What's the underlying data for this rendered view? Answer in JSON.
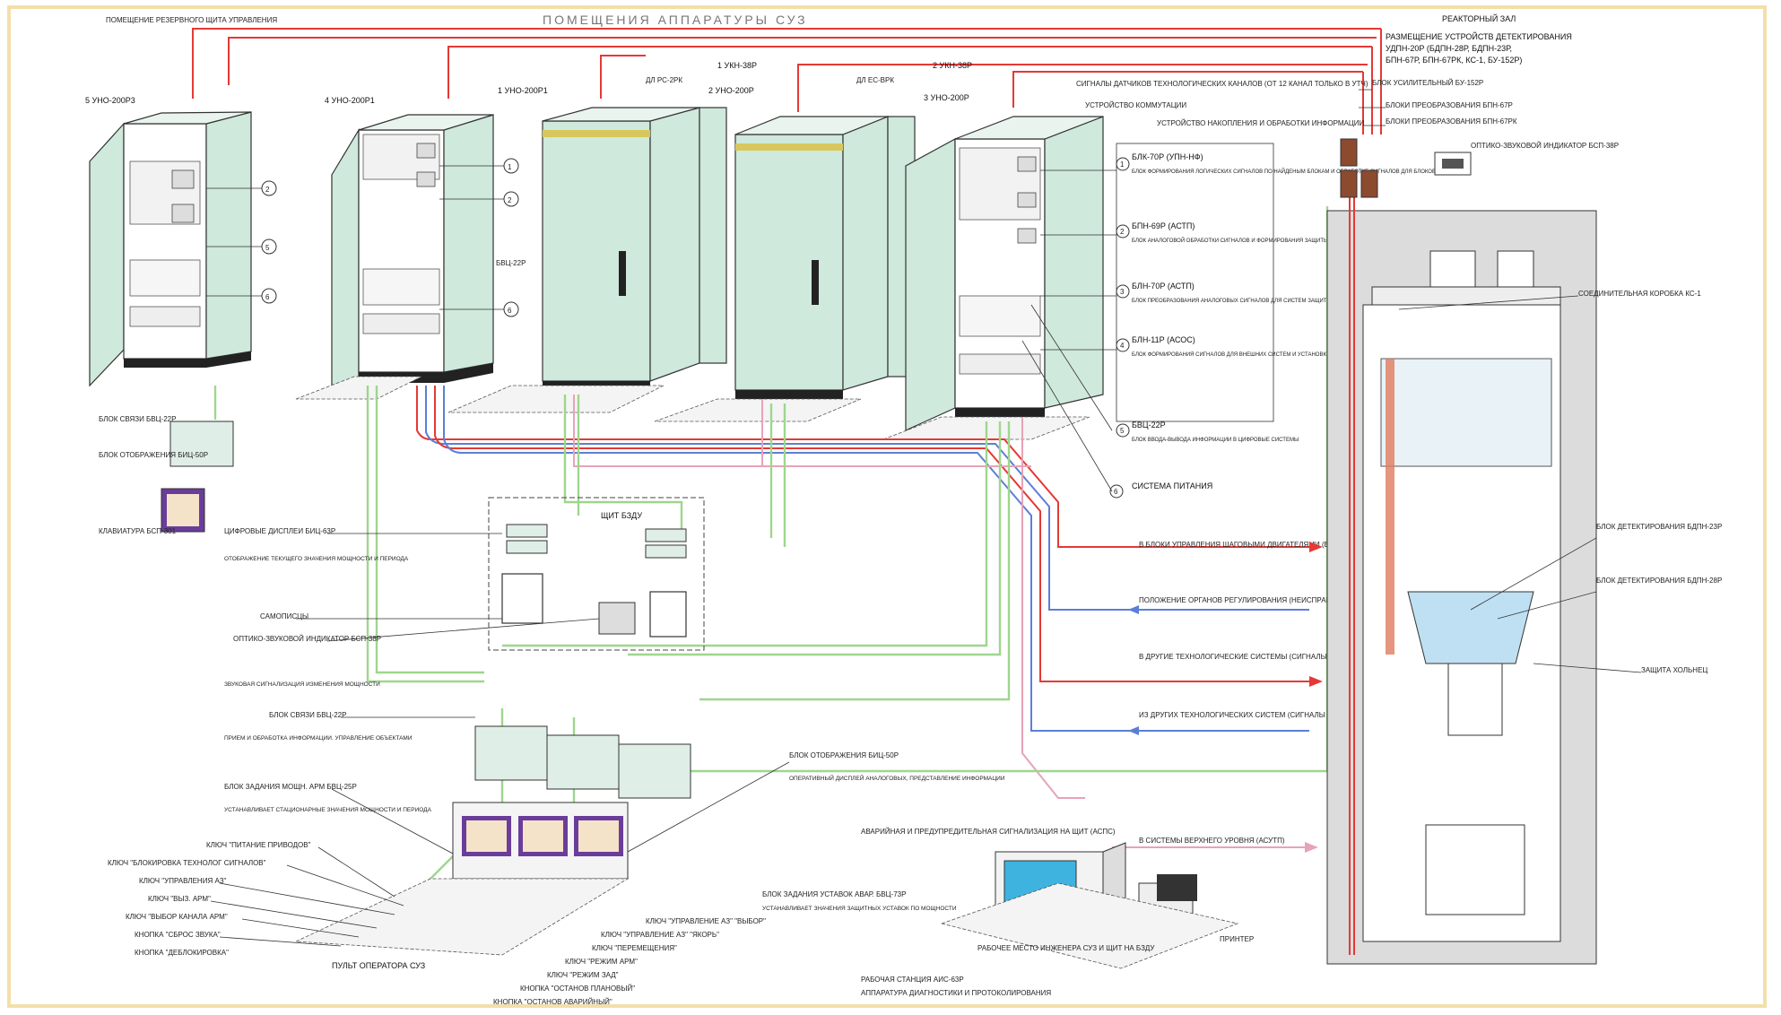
{
  "colors": {
    "border": "#f3dfa9",
    "cabinet": "#cfe9dc",
    "red_wire": "#e53935",
    "green_wire": "#9ed68e",
    "blue_wire": "#5b7fd6",
    "pink_wire": "#e7a3b6"
  },
  "header": {
    "title": "ПОМЕЩЕНИЯ АППАРАТУРЫ СУЗ",
    "left_room": "ПОМЕЩЕНИЕ РЕЗЕРВНОГО ЩИТА УПРАВЛЕНИЯ"
  },
  "reactor": {
    "title": "РЕАКТОРНЫЙ ЗАЛ",
    "line1": "РАЗМЕЩЕНИЕ УСТРОЙСТВ ДЕТЕКТИРОВАНИЯ",
    "line2": "УДПН-20Р (БДПН-28Р, БДПН-23Р,",
    "line3": "БПН-67Р, БПН-67РК, КС-1, БУ-152Р)",
    "bu": "БЛОК УСИЛИТЕЛЬНЫЙ БУ-152Р",
    "bpn1": "БЛОКИ ПРЕОБРАЗОВАНИЯ БПН-67Р",
    "bpn2": "БЛОКИ ПРЕОБРАЗОВАНИЯ БПН-67РК",
    "indicator": "ОПТИКО-ЗВУКОВОЙ ИНДИКАТОР БСП-38Р",
    "ks": "СОЕДИНИТЕЛЬНАЯ КОРОБКА КС-1",
    "bd1": "БЛОК ДЕТЕКТИРОВАНИЯ БДПН-23Р",
    "bd2": "БЛОК ДЕТЕКТИРОВАНИЯ БДПН-28Р",
    "shield": "ЗАЩИТА ХОЛЬНЕЦ"
  },
  "cabinets": {
    "c5": "5 УНО-200Р3",
    "c4": "4 УНО-200Р1",
    "c1": "1 УНО-200Р1",
    "c2": "2 УНО-200Р",
    "c3": "3 УНО-200Р",
    "ukn": "1 УКН-38Р",
    "ukn2": "2 УКН-38Р",
    "sd1": "ДЛ РС-2РК",
    "sd2": "ДЛ ЕС-ВРК",
    "bvc": "БВЦ-22Р"
  },
  "signals": {
    "s1": "СИГНАЛЫ ДАТЧИКОВ ТЕХНОЛОГИЧЕСКИХ КАНАЛОВ (ОТ 12 КАНАЛ ТОЛЬКО В УТЧ)",
    "s2": "УСТРОЙСТВО КОММУТАЦИИ",
    "s3": "УСТРОЙСТВО НАКОПЛЕНИЯ И ОБРАБОТКИ ИНФОРМАЦИИ"
  },
  "legend_right": {
    "i1": "БЛК-70Р (УПН-НФ)",
    "i1d": "БЛОК ФОРМИРОВАНИЯ ЛОГИЧЕСКИХ СИГНАЛОВ ПО НАЙДЕНЫМ БЛОКАМ И ОБРАБОТКЕ СИГНАЛОВ ДЛЯ БЛОКОВ",
    "i2": "БПН-69Р (АСТП)",
    "i2d": "БЛОК АНАЛОГОВОЙ ОБРАБОТКИ СИГНАЛОВ И ФОРМИРОВАНИЯ ЗАЩИТЫ ПО ТЕХНОЛОГИЧЕСКИМ ПАРАМЕТРАМ",
    "i3": "БЛН-70Р (АСТП)",
    "i3d": "БЛОК ПРЕОБРАЗОВАНИЯ АНАЛОГОВЫХ СИГНАЛОВ ДЛЯ СИСТЕМ ЗАЩИТЫ",
    "i4": "БЛН-11Р (АСОС)",
    "i4d": "БЛОК ФОРМИРОВАНИЯ СИГНАЛОВ ДЛЯ ВНЕШНИХ СИСТЕМ И УСТАНОВКИ ПОРОГОВ",
    "i5": "БВЦ-22Р",
    "i5d": "БЛОК ВВОДА-ВЫВОДА ИНФОРМАЦИИ В ЦИФРОВЫЕ СИСТЕМЫ",
    "i6": "СИСТЕМА ПИТАНИЯ"
  },
  "flows": {
    "f1": "В БЛОКИ УПРАВЛЕНИЯ ШАГОВЫМИ ДВИГАТЕЛЯМИ (БУШД) (СИГНАЛЫ АЗ И УПРАВЛЕНИЯ)",
    "f2": "ПОЛОЖЕНИЕ ОРГАНОВ РЕГУЛИРОВАНИЯ (НЕИСПРАВНОСТЬ БУШД)",
    "f3": "В ДРУГИЕ ТЕХНОЛОГИЧЕСКИЕ СИСТЕМЫ (СИГНАЛЫ АЗ ПЗ, ДИСКРЕТНЫЕ СИГНАЛЫ ДЛЯ СИСТЕМ АВТОМАТИКИ)",
    "f4": "ИЗ ДРУГИХ ТЕХНОЛОГИЧЕСКИХ СИСТЕМ (СИГНАЛЫ НЕИСПРАВНОСТИ, СОСТОЯНИЯ, АЗ)",
    "f5": "В СИСТЕМЫ ВЕРХНЕГО УРОВНЯ (АСУТП)"
  },
  "left_panel": {
    "bsv": "БЛОК СВЯЗИ БВЦ-22Р",
    "bpr": "БЛОК ОТОБРАЖЕНИЯ БИЦ-50Р",
    "klav": "КЛАВИАТУРА БСП-301",
    "digit": "ЦИФРОВЫЕ ДИСПЛЕИ БИЦ-63Р",
    "digit_d": "ОТОБРАЖЕНИЕ ТЕКУЩЕГО ЗНАЧЕНИЯ МОЩНОСТИ И ПЕРИОДА",
    "rec": "САМОПИСЦЫ",
    "opt": "ОПТИКО-ЗВУКОВОЙ ИНДИКАТОР БСП-38Р",
    "opt_d": "ЗВУКОВАЯ СИГНАЛИЗАЦИЯ ИЗМЕНЕНИЯ МОЩНОСТИ",
    "svz": "БЛОК СВЯЗИ БВЦ-22Р",
    "svz_d": "ПРИЕМ И ОБРАБОТКА ИНФОРМАЦИИ. УПРАВЛЕНИЕ ОБЪЕКТАМИ",
    "zad": "БЛОК ЗАДАНИЯ МОЩН. АРМ БВЦ-25Р",
    "zad_d": "УСТАНАВЛИВАЕТ СТАЦИОНАРНЫЕ ЗНАЧЕНИЯ МОЩНОСТИ И ПЕРИОДА",
    "shit": "ЩИТ БЗДУ",
    "otob": "БЛОК ОТОБРАЖЕНИЯ БИЦ-50Р",
    "otob_d": "ОПЕРАТИВНЫЙ ДИСПЛЕЙ АНАЛОГОВЫХ, ПРЕДСТАВЛЕНИЕ ИНФОРМАЦИИ"
  },
  "keys": {
    "k1": "КЛЮЧ \"ПИТАНИЕ ПРИВОДОВ\"",
    "k2": "КЛЮЧ \"БЛОКИРОВКА ТЕХНОЛОГ СИГНАЛОВ\"",
    "k3": "КЛЮЧ \"УПРАВЛЕНИЯ АЗ\"",
    "k4": "КЛЮЧ \"ВЫЗ. АРМ\"",
    "k5": "КЛЮЧ \"ВЫБОР КАНАЛА АРМ\"",
    "k6": "КНОПКА \"СБРОС ЗВУКА\"",
    "k7": "КНОПКА \"ДЕБЛОКИРОВКА\"",
    "desk": "ПУЛЬТ ОПЕРАТОРА СУЗ",
    "r0": "БЛОК ЗАДАНИЯ УСТАВОК АВАР. БВЦ-73Р",
    "r0d": "УСТАНАВЛИВАЕТ ЗНАЧЕНИЯ ЗАЩИТНЫХ УСТАВОК ПО МОЩНОСТИ",
    "r1": "КЛЮЧ \"УПРАВЛЕНИЕ АЗ\" \"ВЫБОР\"",
    "r2": "КЛЮЧ \"УПРАВЛЕНИЕ АЗ\" \"ЯКОРЬ\"",
    "r3": "КЛЮЧ \"ПЕРЕМЕЩЕНИЯ\"",
    "r4": "КЛЮЧ \"РЕЖИМ АРМ\"",
    "r5": "КЛЮЧ \"РЕЖИМ ЗАД\"",
    "r6": "КНОПКА \"ОСТАНОВ ПЛАНОВЫЙ\"",
    "r7": "КНОПКА \"ОСТАНОВ АВАРИЙНЫЙ\""
  },
  "station": {
    "alarm": "АВАРИЙНАЯ И ПРЕДУПРЕДИТЕЛЬНАЯ СИГНАЛИЗАЦИЯ НА ЩИТ (АСПС)",
    "place": "РАБОЧЕЕ МЕСТО ИНЖЕНЕРА СУЗ И ЩИТ НА БЗДУ",
    "printer": "ПРИНТЕР",
    "ws": "РАБОЧАЯ СТАНЦИЯ АИС-63Р",
    "ws_d": "АППАРАТУРА ДИАГНОСТИКИ И ПРОТОКОЛИРОВАНИЯ"
  },
  "markers": [
    "1",
    "2",
    "3",
    "4",
    "5",
    "6"
  ]
}
